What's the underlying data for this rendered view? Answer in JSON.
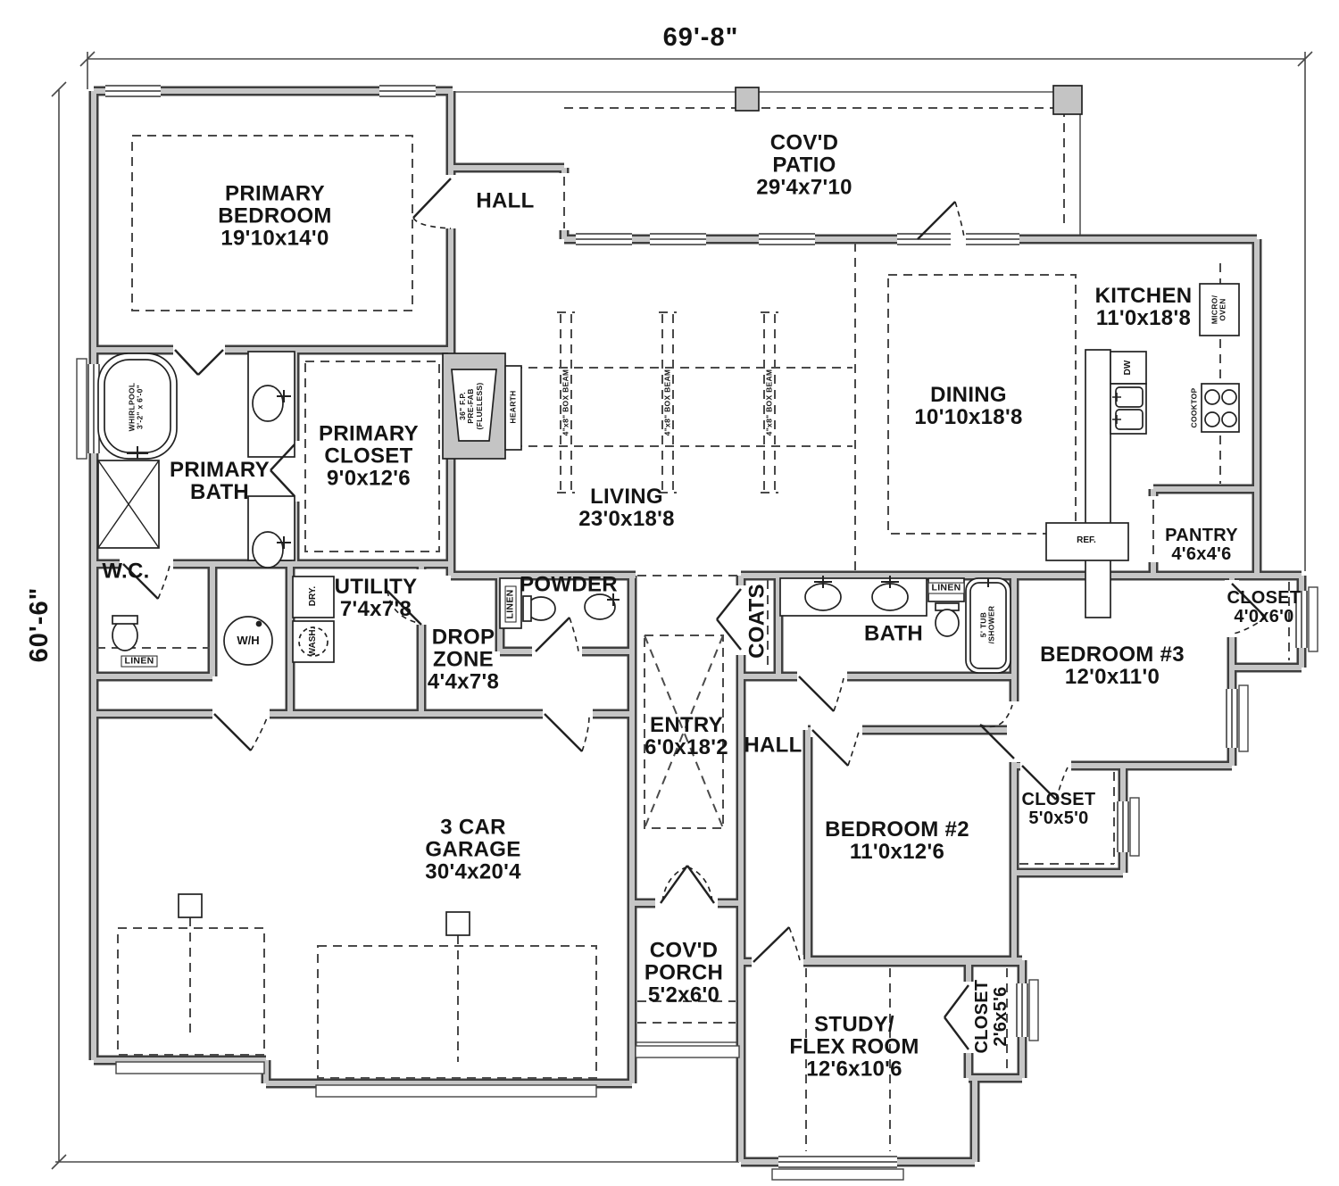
{
  "dimensions": {
    "overall_width": "69'-8\"",
    "overall_height": "60'-6\""
  },
  "rooms": {
    "primary_bedroom": {
      "name": "PRIMARY\nBEDROOM",
      "size": "19'10x14'0"
    },
    "hall_top": {
      "name": "HALL",
      "size": ""
    },
    "covd_patio": {
      "name": "COV'D\nPATIO",
      "size": "29'4x7'10"
    },
    "kitchen": {
      "name": "KITCHEN",
      "size": "11'0x18'8"
    },
    "dining": {
      "name": "DINING",
      "size": "10'10x18'8"
    },
    "living": {
      "name": "LIVING",
      "size": "23'0x18'8"
    },
    "primary_closet": {
      "name": "PRIMARY\nCLOSET",
      "size": "9'0x12'6"
    },
    "primary_bath": {
      "name": "PRIMARY\nBATH",
      "size": ""
    },
    "wc": {
      "name": "W.C.",
      "size": ""
    },
    "utility": {
      "name": "UTILITY",
      "size": "7'4x7'8"
    },
    "powder": {
      "name": "POWDER",
      "size": ""
    },
    "drop_zone": {
      "name": "DROP\nZONE",
      "size": "4'4x7'8"
    },
    "coats": {
      "name": "COATS",
      "size": ""
    },
    "bath": {
      "name": "BATH",
      "size": ""
    },
    "bedroom_3": {
      "name": "BEDROOM #3",
      "size": "12'0x11'0"
    },
    "closet_bedroom3": {
      "name": "CLOSET",
      "size": "4'0x6'0"
    },
    "pantry": {
      "name": "PANTRY",
      "size": "4'6x4'6"
    },
    "entry": {
      "name": "ENTRY",
      "size": "6'0x18'2"
    },
    "hall_center": {
      "name": "HALL",
      "size": ""
    },
    "bedroom_2": {
      "name": "BEDROOM #2",
      "size": "11'0x12'6"
    },
    "closet_bedroom2": {
      "name": "CLOSET",
      "size": "5'0x5'0"
    },
    "garage": {
      "name": "3 CAR\nGARAGE",
      "size": "30'4x20'4"
    },
    "covd_porch": {
      "name": "COV'D\nPORCH",
      "size": "5'2x6'0"
    },
    "study": {
      "name": "STUDY/\nFLEX ROOM",
      "size": "12'6x10'6"
    },
    "closet_study": {
      "name": "CLOSET",
      "size": "2'6x5'6"
    }
  },
  "fixtures": {
    "whirlpool": "WHIRLPOOL\n3'-2\" x 6'-0\"",
    "linen": "LINEN",
    "wh": "W/H",
    "dryer": "DRY.",
    "washer": "WASH.",
    "fireplace": "36\" F.P.\nPRE-FAB\n(FLUELESS)",
    "hearth": "HEARTH",
    "box_beam": "4\"x8\" BOX BEAM",
    "dishwasher": "DW",
    "micro_oven": "MICRO/\nOVEN",
    "cooktop": "COOKTOP",
    "ref": "REF.",
    "tub_shower": "5' TUB\n/SHOWER"
  }
}
